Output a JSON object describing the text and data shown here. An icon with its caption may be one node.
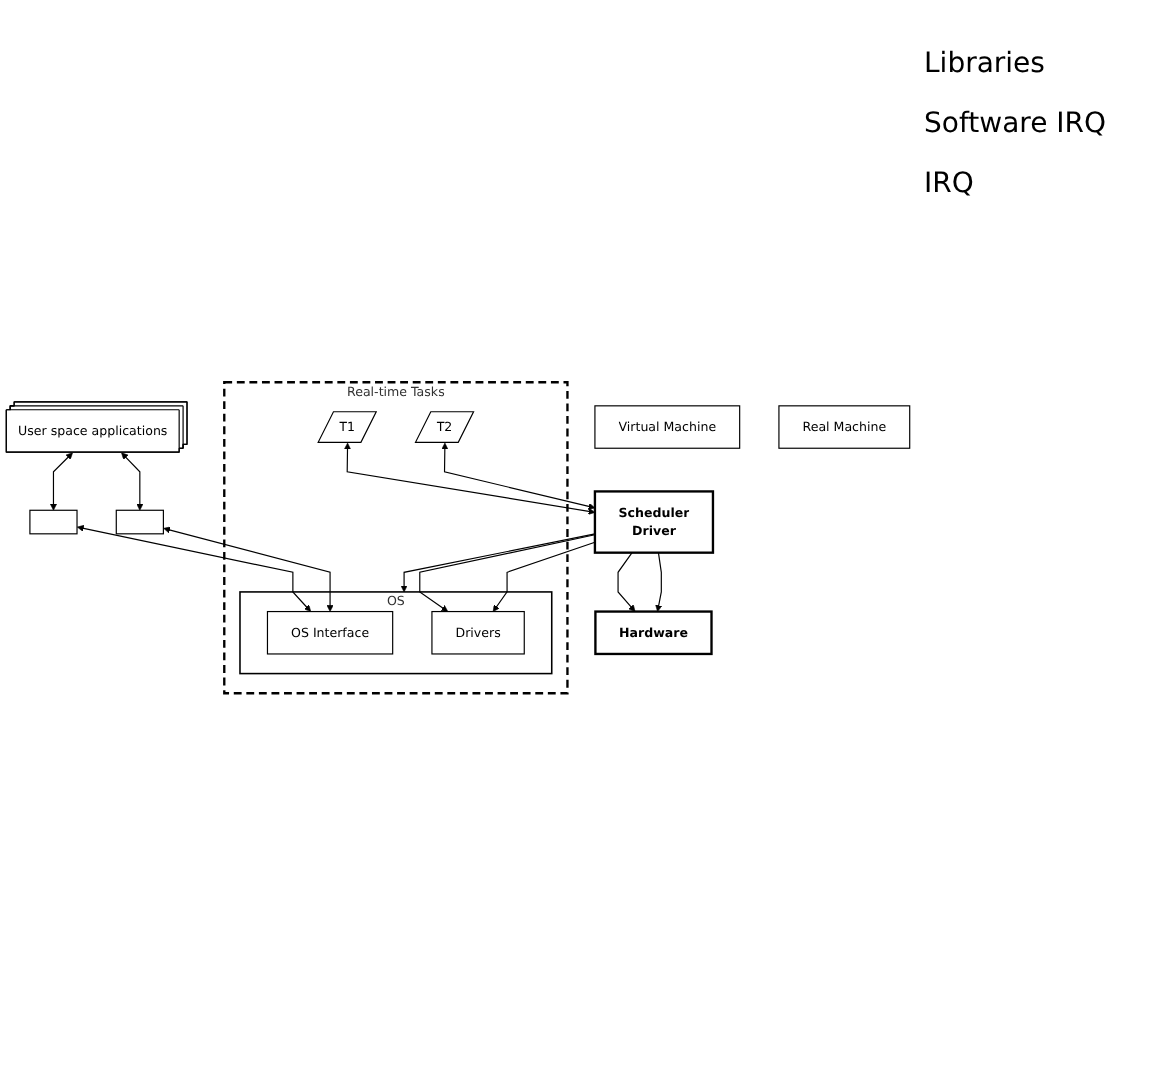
{
  "diagram": {
    "nodes": [
      {
        "text": [
          "User space applications"
        ]
      },
      {
        "text": [],
        "shape": "box"
      },
      {
        "text": [],
        "shape": "box"
      },
      {
        "text": [
          "Real-time Tasks"
        ]
      },
      {
        "text": [
          "T1"
        ],
        "in": 3
      },
      {
        "text": [
          "T2"
        ],
        "in": 3
      },
      {
        "text": [
          "OS"
        ],
        "in": 3
      },
      {
        "text": [
          "OS Interface"
        ],
        "in": 6
      },
      {
        "text": [
          "Drivers"
        ],
        "in": 6
      },
      {
        "text": [
          "Virtual Machine"
        ]
      },
      {
        "text": [
          "Scheduler",
          "Driver"
        ]
      },
      {
        "text": [
          "Real Machine"
        ]
      },
      {
        "text": [
          "Hardware"
        ]
      }
    ],
    "edges": [
      {
        "from": 0,
        "to": 1,
        "arrow": "both"
      },
      {
        "from": 0,
        "to": 2,
        "arrow": "both"
      },
      {
        "from": 1,
        "to": 7,
        "arrow": "both"
      },
      {
        "from": 2,
        "to": 7,
        "arrow": "both"
      },
      {
        "from": 4,
        "to": 10,
        "arrow": "both"
      },
      {
        "from": 5,
        "to": 10,
        "arrow": "both"
      },
      {
        "from": 10,
        "to": 6,
        "arrow": "to"
      },
      {
        "from": 10,
        "to": 8,
        "arrow": "to"
      },
      {
        "from": 10,
        "to": 8,
        "arrow": "to"
      },
      {
        "from": 10,
        "to": 12,
        "arrow": "to"
      },
      {
        "from": 10,
        "to": 12,
        "arrow": "to"
      }
    ],
    "labels": [
      "Libraries",
      "Software IRQ",
      "IRQ"
    ]
  }
}
